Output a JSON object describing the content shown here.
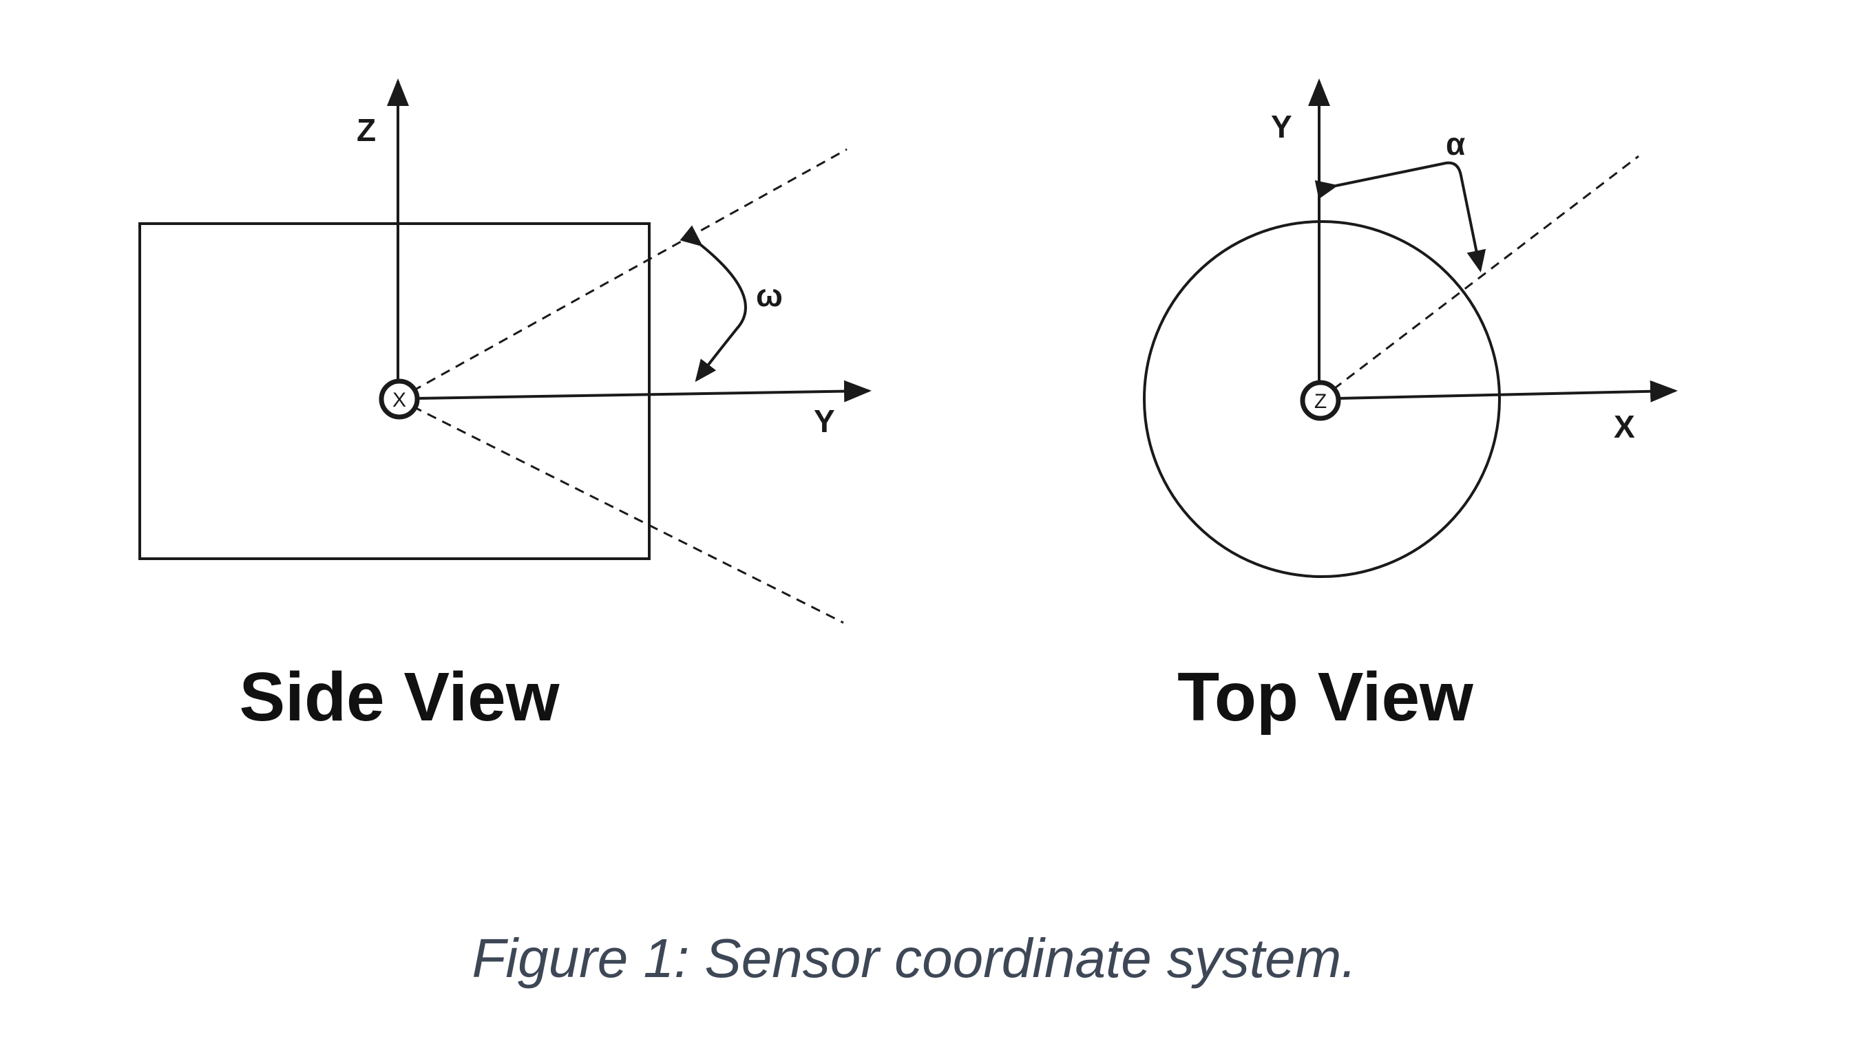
{
  "side_view": {
    "title": "Side View",
    "axis_vertical": "Z",
    "axis_horizontal": "Y",
    "origin": "X",
    "angle": "ω"
  },
  "top_view": {
    "title": "Top View",
    "axis_vertical": "Y",
    "axis_horizontal": "X",
    "origin": "Z",
    "angle": "α"
  },
  "caption": "Figure 1: Sensor coordinate system.",
  "colors": {
    "line": "#1a1a1a",
    "caption": "#3e4756"
  }
}
